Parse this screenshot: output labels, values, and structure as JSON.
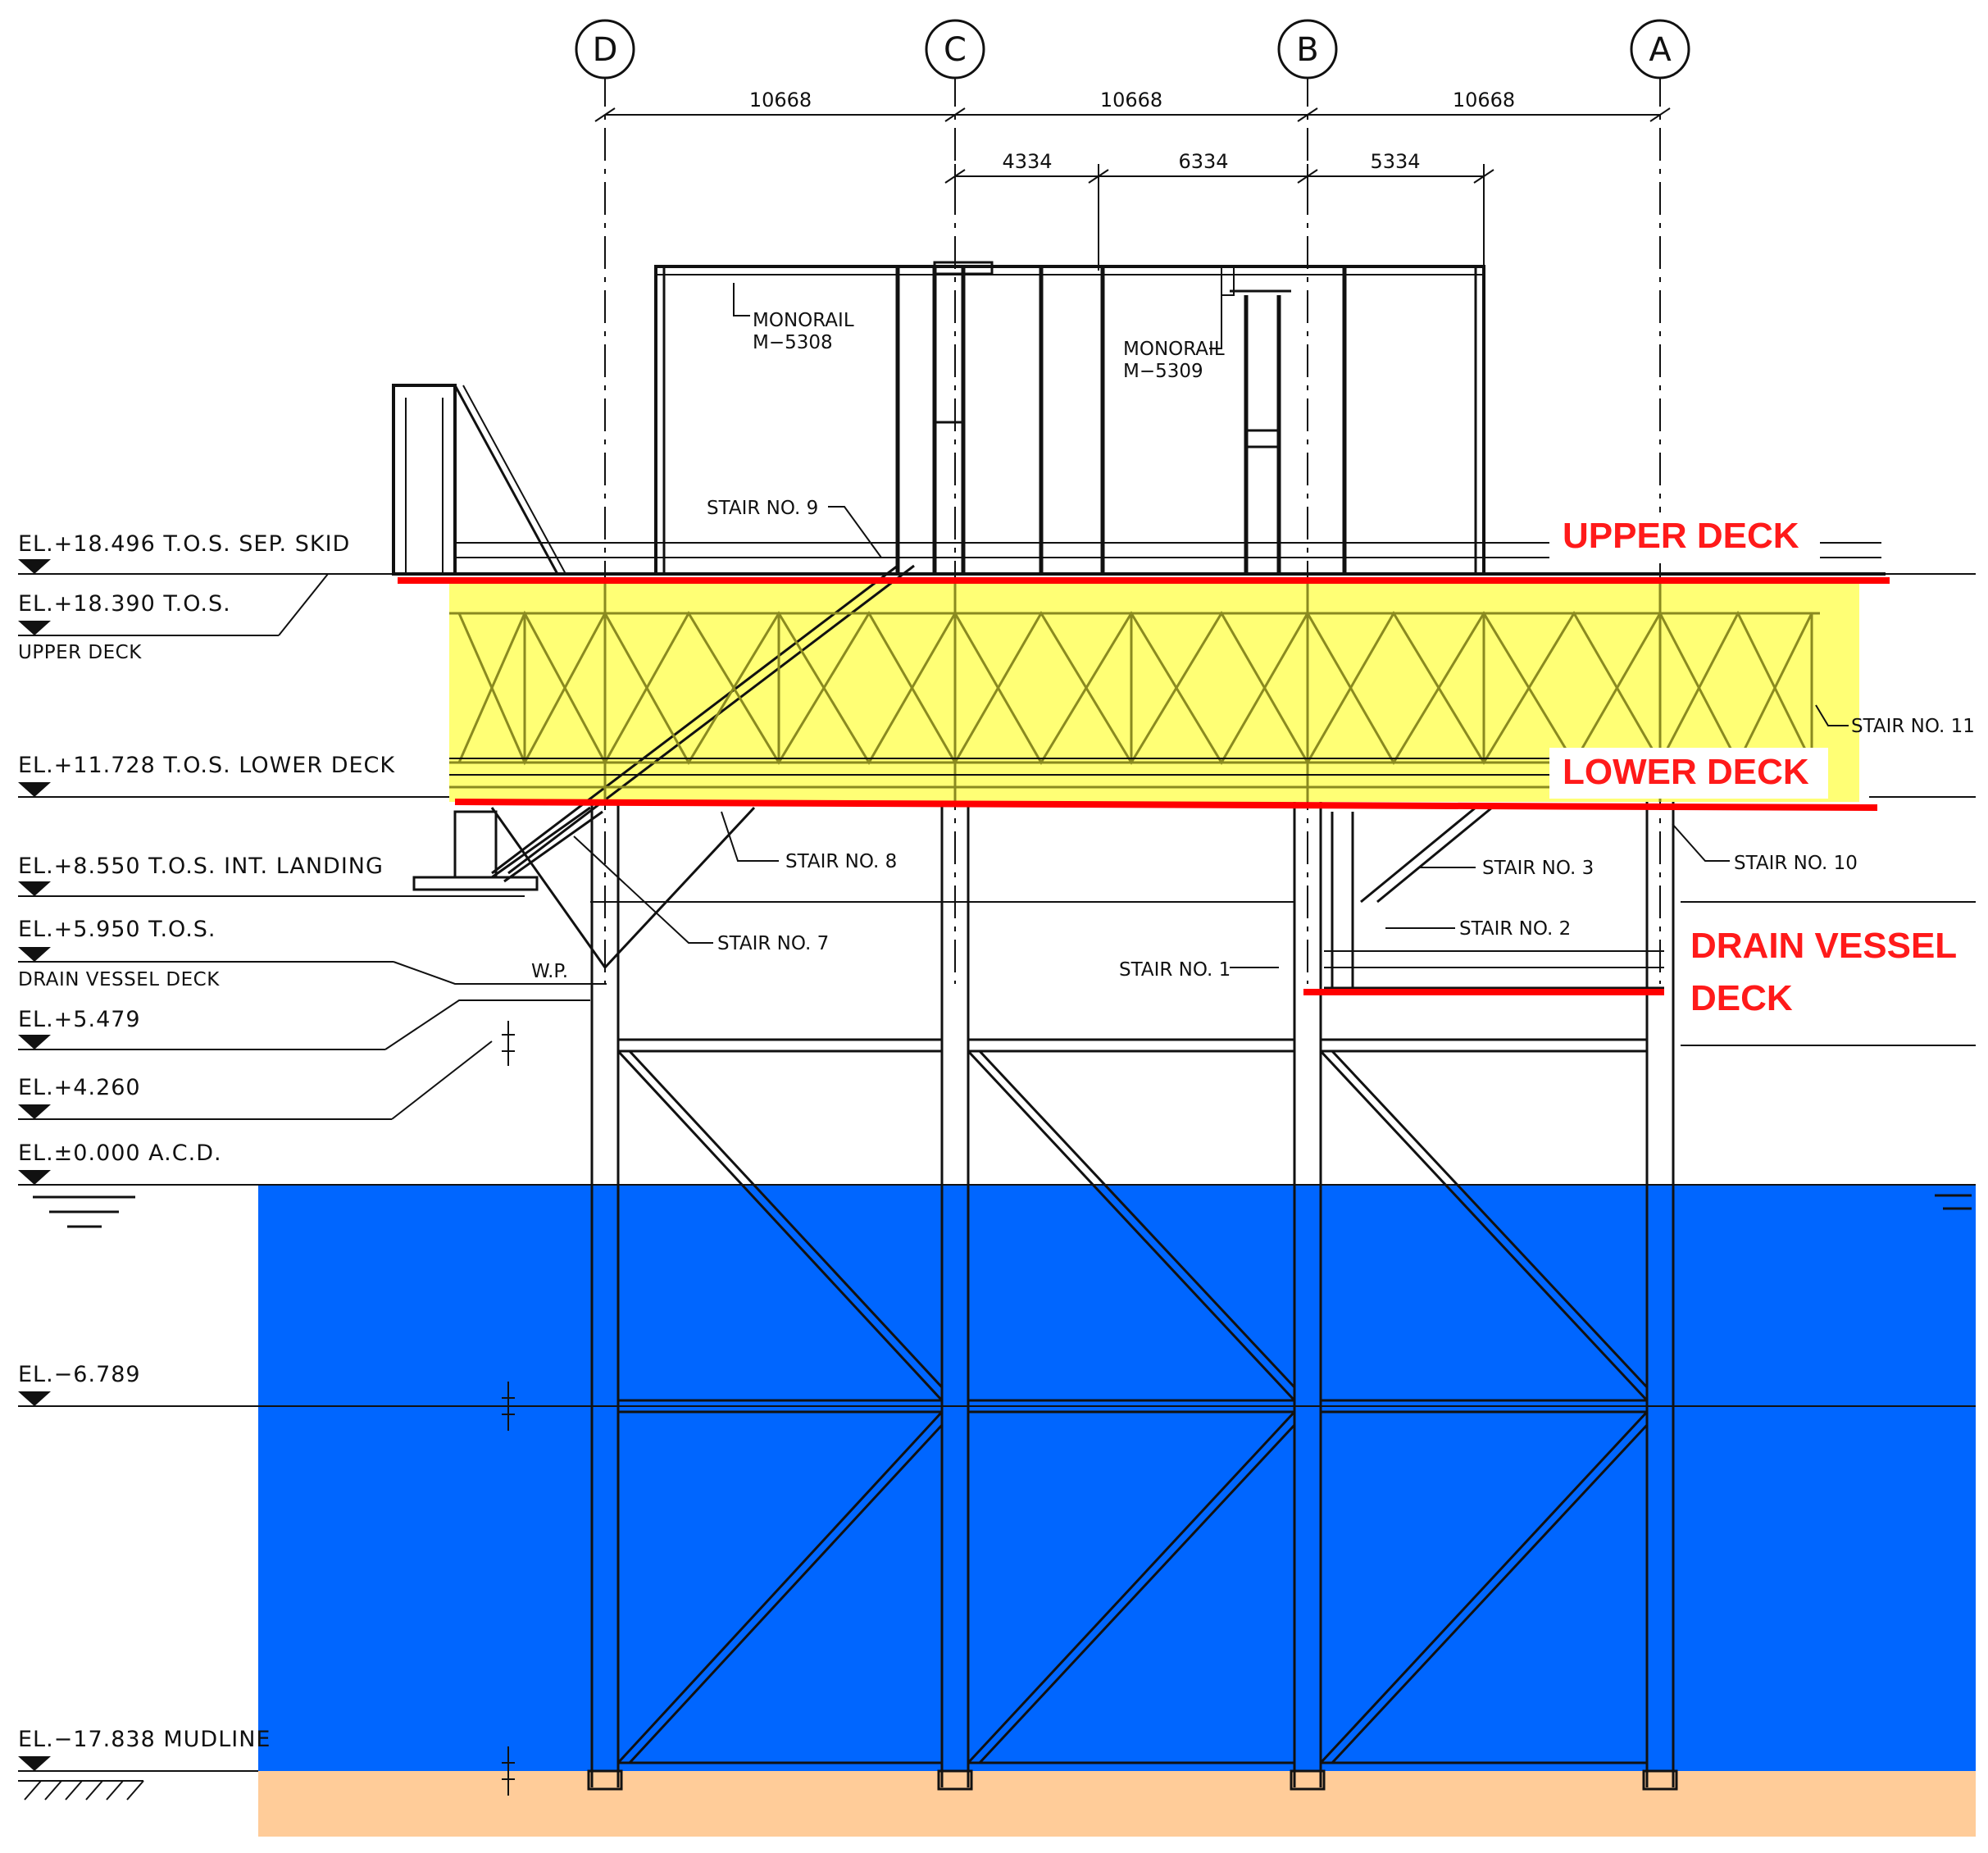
{
  "grid_lines": [
    {
      "id": "D",
      "label": "D"
    },
    {
      "id": "C",
      "label": "C"
    },
    {
      "id": "B",
      "label": "B"
    },
    {
      "id": "A",
      "label": "A"
    }
  ],
  "dimensions": {
    "bay_spacing": [
      "10668",
      "10668",
      "10668"
    ],
    "sub_spacing": [
      "4334",
      "6334",
      "5334"
    ]
  },
  "elevations": [
    {
      "id": "sep-skid",
      "label": "EL.+18.496  T.O.S.  SEP.  SKID",
      "sub": ""
    },
    {
      "id": "upper-deck",
      "label": "EL.+18.390  T.O.S.",
      "sub": "UPPER DECK"
    },
    {
      "id": "lower-deck",
      "label": "EL.+11.728  T.O.S.  LOWER  DECK",
      "sub": ""
    },
    {
      "id": "int-landing",
      "label": "EL.+8.550  T.O.S.  INT.  LANDING",
      "sub": ""
    },
    {
      "id": "drain-vessel",
      "label": "EL.+5.950  T.O.S.",
      "sub": "DRAIN VESSEL DECK"
    },
    {
      "id": "el-5479",
      "label": "EL.+5.479",
      "sub": ""
    },
    {
      "id": "el-4260",
      "label": "EL.+4.260",
      "sub": ""
    },
    {
      "id": "acd",
      "label": "EL.±0.000  A.C.D.",
      "sub": ""
    },
    {
      "id": "el-6789",
      "label": "EL.−6.789",
      "sub": ""
    },
    {
      "id": "mudline",
      "label": "EL.−17.838  MUDLINE",
      "sub": ""
    }
  ],
  "deck_titles": {
    "upper": "UPPER DECK",
    "lower": "LOWER DECK",
    "drain_line1": "DRAIN VESSEL",
    "drain_line2": "DECK"
  },
  "notes": {
    "monorail_1_line1": "MONORAIL",
    "monorail_1_line2": "M−5308",
    "monorail_2_line1": "MONORAIL",
    "monorail_2_line2": "M−5309",
    "stair_1": "STAIR  NO.  1",
    "stair_2": "STAIR  NO.  2",
    "stair_3": "STAIR  NO.  3",
    "stair_7": "STAIR  NO.  7",
    "stair_8": "STAIR  NO.  8",
    "stair_9": "STAIR  NO.  9",
    "stair_10": "STAIR  NO.  10",
    "stair_11": "STAIR  NO.  11",
    "work_point": "W.P."
  },
  "colors": {
    "upper_highlight": "#ffff66",
    "deck_line": "#ff0000",
    "sea": "#0066ff",
    "seabed": "#ffcc99",
    "title_text": "#ff1a1a"
  }
}
